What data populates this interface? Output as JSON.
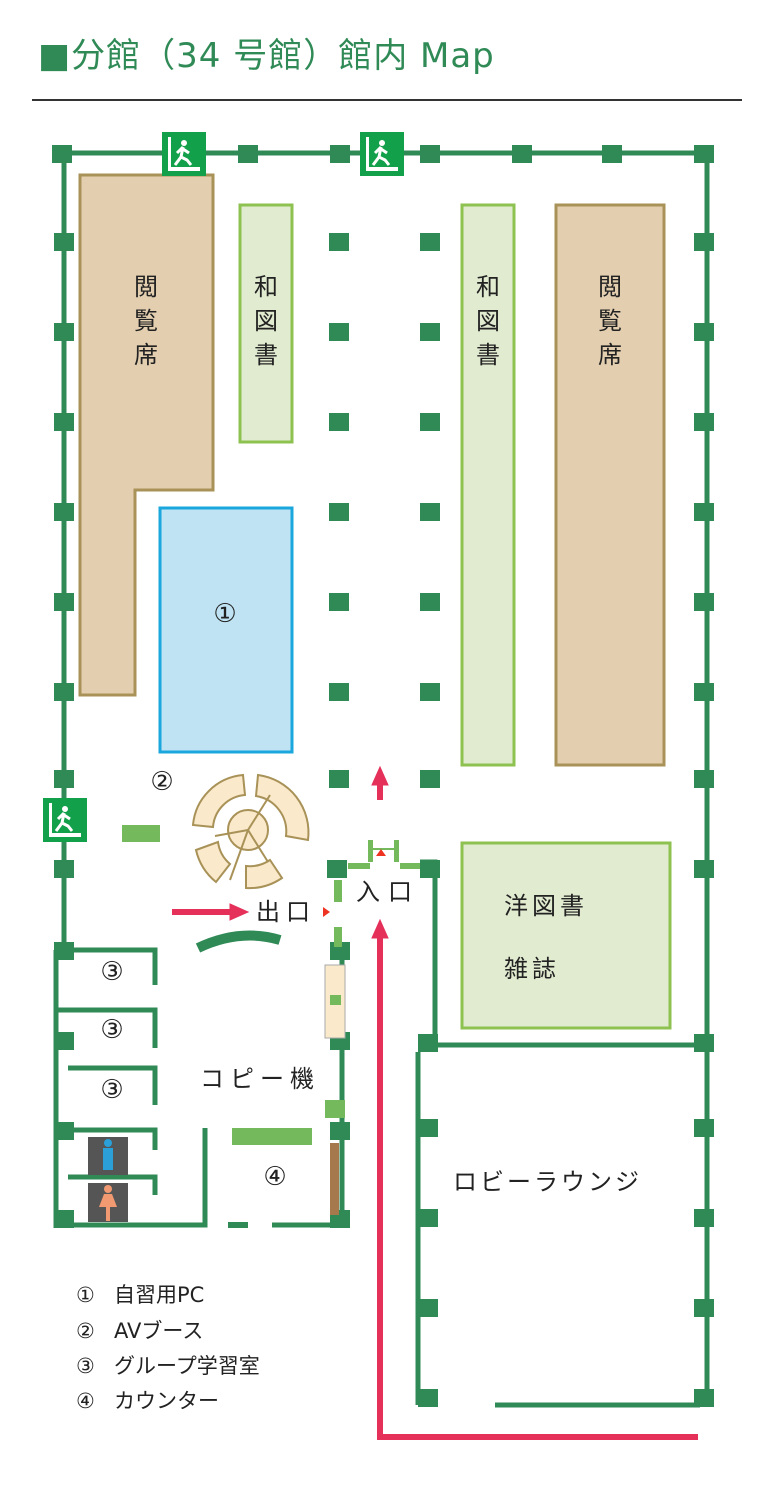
{
  "title": "■分館（34 号館）館内 Map",
  "colors": {
    "wall": "#2f8a56",
    "reading": "#e3cfb0",
    "books": "#e1ebd0",
    "pc": "#bfe3f2",
    "route": "#e5305a",
    "exit_sign": "#12a04a"
  },
  "areas": {
    "reading_left": "閲\n覧\n席",
    "japanese_books_left": "和\n図\n書",
    "japanese_books_right": "和\n図\n書",
    "reading_right": "閲\n覧\n席",
    "pc_area": "①",
    "av_booth": "②",
    "exit": "出口",
    "entrance": "入口",
    "western_books": "洋図書",
    "magazines": "雑誌",
    "group_room_1": "③",
    "group_room_2": "③",
    "group_room_3": "③",
    "copier": "コピー機",
    "counter": "④",
    "lobby": "ロビーラウンジ"
  },
  "legend": [
    {
      "num": "①",
      "label": "自習用PC"
    },
    {
      "num": "②",
      "label": "AVブース"
    },
    {
      "num": "③",
      "label": "グループ学習室"
    },
    {
      "num": "④",
      "label": "カウンター"
    }
  ],
  "icons": [
    "emergency-exit-icon",
    "male-restroom-icon",
    "female-restroom-icon"
  ]
}
